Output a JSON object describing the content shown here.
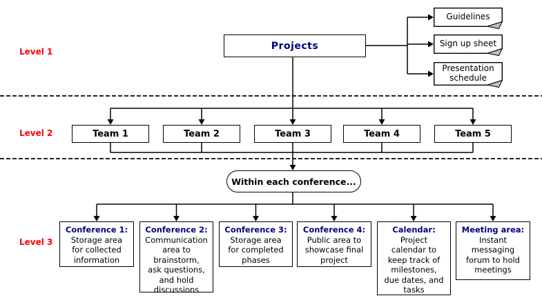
{
  "colors": {
    "heading_navy": "#000080",
    "level_label_red": "#ff0000",
    "line_black": "#000000",
    "box_white": "#ffffff",
    "fold_gray": "#c0c0c0"
  },
  "level_labels": [
    "Level 1",
    "Level 2",
    "Level 3"
  ],
  "root_box": {
    "label": "Projects"
  },
  "documents": [
    {
      "label": "Guidelines"
    },
    {
      "label": "Sign up sheet"
    },
    {
      "label": "Presentation\nschedule"
    }
  ],
  "teams": [
    {
      "label": "Team 1"
    },
    {
      "label": "Team 2"
    },
    {
      "label": "Team 3"
    },
    {
      "label": "Team 4"
    },
    {
      "label": "Team 5"
    }
  ],
  "scope_note": {
    "label": "Within each conference..."
  },
  "areas": [
    {
      "title": "Conference 1:",
      "body": "Storage area\nfor collected\ninformation"
    },
    {
      "title": "Conference 2:",
      "body": "Communication\narea to\nbrainstorm,\nask questions,\nand hold\ndiscussions"
    },
    {
      "title": "Conference 3:",
      "body": "Storage area\nfor completed\nphases"
    },
    {
      "title": "Conference 4:",
      "body": "Public area to\nshowcase final\nproject"
    },
    {
      "title": "Calendar:",
      "body": "Project\ncalendar to\nkeep track of\nmilestones,\ndue dates, and\ntasks"
    },
    {
      "title": "Meeting area:",
      "body": "Instant\nmessaging\nforum to hold\nmeetings"
    }
  ]
}
